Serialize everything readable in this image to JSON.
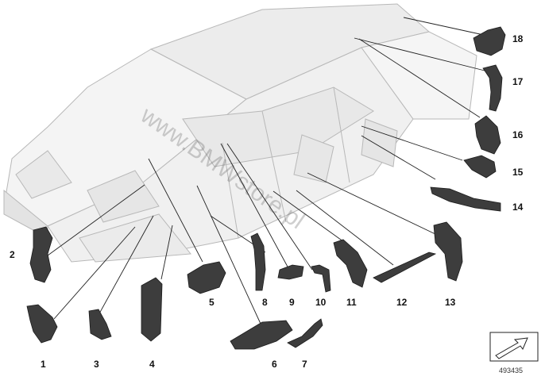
{
  "callouts": {
    "c1": "1",
    "c2": "2",
    "c3": "3",
    "c4": "4",
    "c5": "5",
    "c6": "6",
    "c7": "7",
    "c8": "8",
    "c9": "9",
    "c10": "10",
    "c11": "11",
    "c12": "12",
    "c13": "13",
    "c14": "14",
    "c15": "15",
    "c16": "16",
    "c17": "17",
    "c18": "18"
  },
  "watermark": "www.BMWstore.pl",
  "diagram_number": "493435",
  "colors": {
    "body_fill": "#f2f2f2",
    "body_edge": "#bdbdbd",
    "part_fill": "#3a3a3a",
    "part_edge": "#1c1c1c"
  }
}
